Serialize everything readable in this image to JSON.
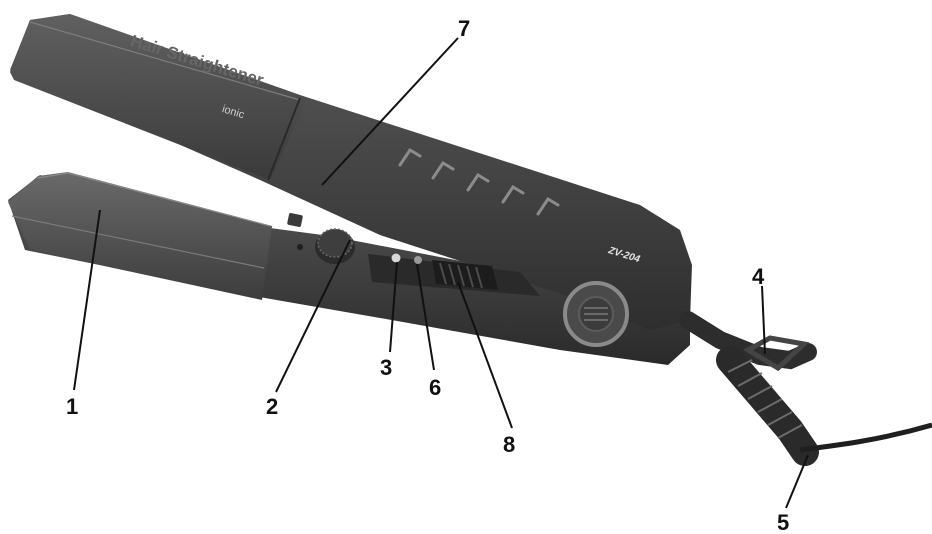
{
  "product": {
    "brand_text": "Hair Straightener",
    "sub_text": "ionic",
    "model_text": "ZV-204"
  },
  "callouts": [
    {
      "id": "1",
      "label": "1"
    },
    {
      "id": "2",
      "label": "2"
    },
    {
      "id": "3",
      "label": "3"
    },
    {
      "id": "4",
      "label": "4"
    },
    {
      "id": "5",
      "label": "5"
    },
    {
      "id": "6",
      "label": "6"
    },
    {
      "id": "7",
      "label": "7"
    },
    {
      "id": "8",
      "label": "8"
    }
  ],
  "colors": {
    "body_dark": "#3b3b3b",
    "body_mid": "#555555",
    "highlight": "#8a8a8a",
    "callout_line": "#111111"
  }
}
